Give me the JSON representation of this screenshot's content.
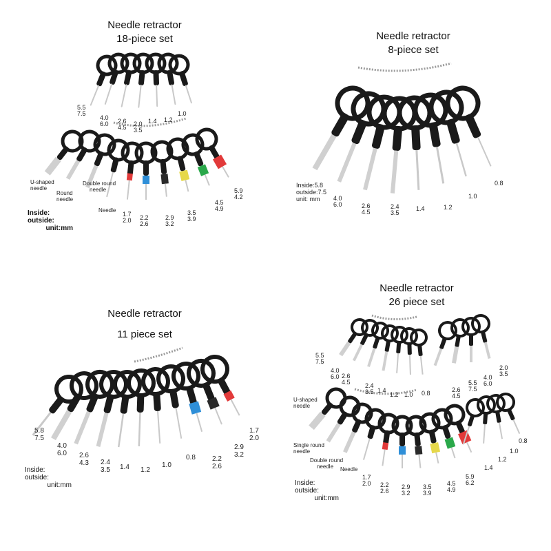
{
  "panels": [
    {
      "title_line1": "Needle retractor",
      "title_line2": "18-piece set",
      "sizes_top": [
        {
          "inside": "5.5",
          "outside": "7.5"
        },
        {
          "inside": "4.0",
          "outside": "6.0"
        },
        {
          "inside": "2.6",
          "outside": "4.5"
        },
        {
          "inside": "2.0",
          "outside": "3.5"
        },
        {
          "inside": "1.4",
          "outside": ""
        },
        {
          "inside": "1.2",
          "outside": ""
        },
        {
          "inside": "1.0",
          "outside": ""
        }
      ],
      "needle_types": {
        "u_shaped": [
          "U-shaped",
          "needle"
        ],
        "round": [
          "Round",
          "needle"
        ],
        "double_round": [
          "Double round",
          "needle"
        ],
        "needle": [
          "Needle"
        ]
      },
      "sizes_bottom": [
        {
          "inside": "1.7",
          "outside": "2.0"
        },
        {
          "inside": "2.2",
          "outside": "2.6"
        },
        {
          "inside": "2.9",
          "outside": "3.2"
        },
        {
          "inside": "3.5",
          "outside": "3.9"
        },
        {
          "inside": "4.5",
          "outside": "4.9"
        },
        {
          "inside": "5.9",
          "outside": "4.2"
        }
      ],
      "unit_lines": [
        "Inside:",
        "outside:",
        "unit:mm"
      ]
    },
    {
      "title_line1": "Needle retractor",
      "title_line2": "8-piece set",
      "unit_lines": [
        "Inside:5.8",
        "outside:7.5",
        "unit: mm"
      ],
      "sizes": [
        {
          "inside": "4.0",
          "outside": "6.0"
        },
        {
          "inside": "2.6",
          "outside": "4.5"
        },
        {
          "inside": "2.4",
          "outside": "3.5"
        },
        {
          "inside": "1.4",
          "outside": ""
        },
        {
          "inside": "1.2",
          "outside": ""
        },
        {
          "inside": "1.0",
          "outside": ""
        },
        {
          "inside": "0.8",
          "outside": ""
        }
      ]
    },
    {
      "title_line1": "Needle retractor",
      "title_line2": "11 piece set",
      "sizes": [
        {
          "inside": "5.8",
          "outside": "7.5"
        },
        {
          "inside": "4.0",
          "outside": "6.0"
        },
        {
          "inside": "2.6",
          "outside": "4.3"
        },
        {
          "inside": "2.4",
          "outside": "3.5"
        },
        {
          "inside": "1.4",
          "outside": ""
        },
        {
          "inside": "1.2",
          "outside": ""
        },
        {
          "inside": "1.0",
          "outside": ""
        },
        {
          "inside": "0.8",
          "outside": ""
        },
        {
          "inside": "2.2",
          "outside": "2.6"
        },
        {
          "inside": "2.9",
          "outside": "3.2"
        },
        {
          "inside": "1.7",
          "outside": "2.0"
        }
      ],
      "unit_lines": [
        "Inside:",
        "outside:",
        "unit:mm"
      ]
    },
    {
      "title_line1": "Needle retractor",
      "title_line2": "26 piece set",
      "sizes_top_left": [
        {
          "inside": "5.5",
          "outside": "7.5"
        },
        {
          "inside": "4.0",
          "outside": "6.0"
        },
        {
          "inside": "2.6",
          "outside": "4.5"
        },
        {
          "inside": "2.4",
          "outside": "3.5"
        },
        {
          "inside": "1.4",
          "outside": ""
        },
        {
          "inside": "1.2",
          "outside": ""
        },
        {
          "inside": "1.0",
          "outside": ""
        },
        {
          "inside": "0.8",
          "outside": ""
        }
      ],
      "sizes_top_right": [
        {
          "inside": "2.6",
          "outside": "4.5"
        },
        {
          "inside": "5.5",
          "outside": "7.5"
        },
        {
          "inside": "4.0",
          "outside": "6.0"
        },
        {
          "inside": "2.0",
          "outside": "3.5"
        }
      ],
      "needle_types": {
        "u_shaped": [
          "U-shaped",
          "needle"
        ],
        "single_round": [
          "Single round",
          "needle"
        ],
        "double_round": [
          "Double round",
          "needle"
        ],
        "needle": [
          "Needle"
        ]
      },
      "sizes_bottom": [
        {
          "inside": "1.7",
          "outside": "2.0"
        },
        {
          "inside": "2.2",
          "outside": "2.6"
        },
        {
          "inside": "2.9",
          "outside": "3.2"
        },
        {
          "inside": "3.5",
          "outside": "3.9"
        },
        {
          "inside": "4.5",
          "outside": "4.9"
        },
        {
          "inside": "5.9",
          "outside": "6.2"
        },
        {
          "inside": "1.4",
          "outside": ""
        },
        {
          "inside": "1.2",
          "outside": ""
        },
        {
          "inside": "1.0",
          "outside": ""
        },
        {
          "inside": "0.8",
          "outside": ""
        }
      ],
      "unit_lines": [
        "Inside:",
        "outside:",
        "unit:mm"
      ]
    }
  ],
  "colors": {
    "handle": "#1a1a1a",
    "shaft": "#c9c9c9",
    "chain": "#9a9a9a",
    "cap_red": "#e23a3a",
    "cap_blue": "#2f8fd8",
    "cap_yellow": "#e6d84a",
    "cap_green": "#2aa84a",
    "cap_black": "#2a2a2a"
  }
}
